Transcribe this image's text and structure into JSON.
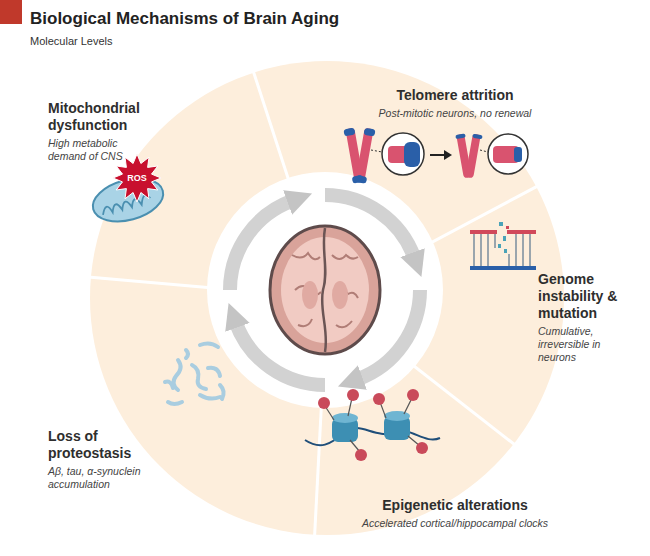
{
  "diagram": {
    "title": "Biological Mechanisms of Brain Aging",
    "nodes": [
      {
        "text": [
          "Telomere attrition",
          "Post-mitotic neurons, no renewal"
        ]
      },
      {
        "text": [
          "Genome instability & mutation",
          "Cumulative, irreversible in neurons"
        ]
      },
      {
        "text": [
          "Epigenetic alterations",
          "Accelerated cortical/hippocampal clocks"
        ]
      },
      {
        "text": [
          "Loss of proteostasis",
          "Aβ, tau, α-synuclein accumulation"
        ]
      },
      {
        "text": [
          "Mitochondrial dysfunction",
          "High metabolic demand of CNS"
        ]
      }
    ],
    "labels": [
      "Molecular Levels",
      "ROS"
    ]
  }
}
